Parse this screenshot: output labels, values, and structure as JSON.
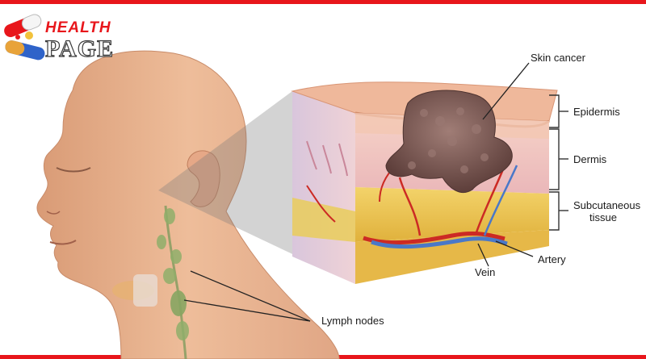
{
  "logo": {
    "line1": "HEALTH",
    "line2": "PAGE",
    "line1_color": "#e8161b",
    "accent_color": "#e8161b"
  },
  "labels": {
    "skin_cancer": "Skin cancer",
    "epidermis": "Epidermis",
    "dermis": "Dermis",
    "subcutaneous_line1": "Subcutaneous",
    "subcutaneous_line2": "tissue",
    "artery": "Artery",
    "vein": "Vein",
    "lymph_nodes": "Lymph nodes"
  },
  "colors": {
    "border": "#e8161b",
    "skin": "#e9b48f",
    "epidermis": "#efb89b",
    "dermis": "#f1c9c9",
    "fat": "#e9c451",
    "tumor": "#7a5a55",
    "artery": "#cc2a24",
    "vein": "#4a78c8",
    "lymph": "#8fae6a"
  }
}
